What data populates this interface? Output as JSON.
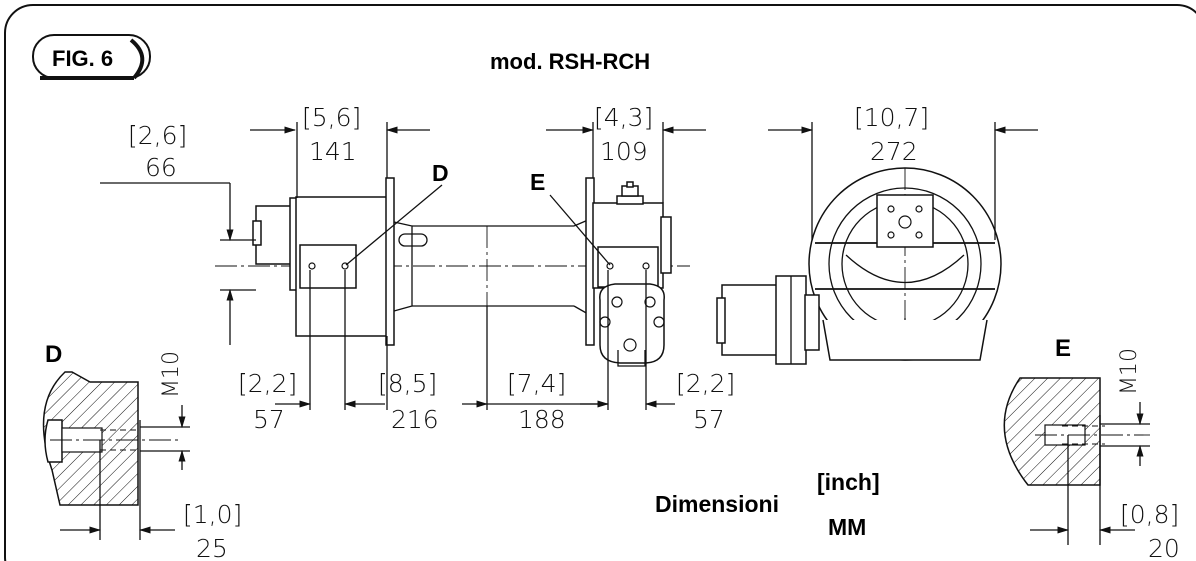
{
  "figure_label": "FIG. 6",
  "title": "mod. RSH-RCH",
  "side_view": {
    "dim_top_left": {
      "inch": "[2,6]",
      "mm": "66"
    },
    "dim_top_hub": {
      "inch": "[5,6]",
      "mm": "141"
    },
    "dim_top_motor": {
      "inch": "[4,3]",
      "mm": "109"
    },
    "label_d": "D",
    "label_e": "E",
    "dim_bottom_1": {
      "inch": "[2,2]",
      "mm": "57"
    },
    "dim_bottom_2": {
      "inch": "[8,5]",
      "mm": "216"
    },
    "dim_bottom_3": {
      "inch": "[7,4]",
      "mm": "188"
    },
    "dim_bottom_4": {
      "inch": "[2,2]",
      "mm": "57"
    }
  },
  "front_view": {
    "dim_width": {
      "inch": "[10,7]",
      "mm": "272"
    }
  },
  "detail_d": {
    "label": "D",
    "thread": "M10",
    "depth": {
      "inch": "[1,0]",
      "mm": "25"
    }
  },
  "detail_e": {
    "label": "E",
    "thread": "M10",
    "depth": {
      "inch": "[0,8]",
      "mm": "20"
    }
  },
  "units_legend": {
    "word": "Dimensioni",
    "inch": "[inch]",
    "mm": "MM"
  }
}
